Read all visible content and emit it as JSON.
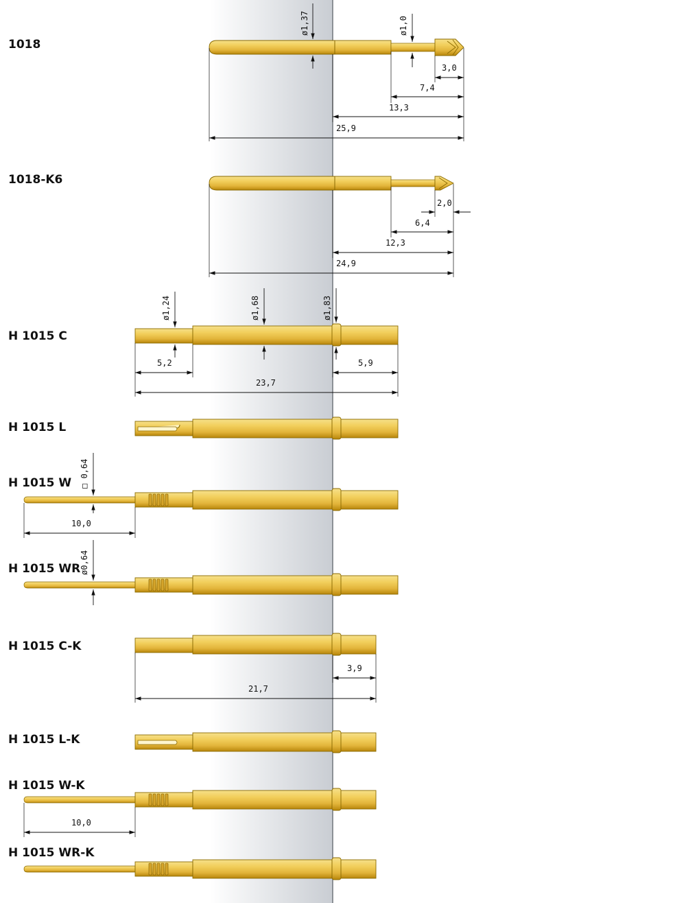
{
  "products": [
    {
      "id": "1018",
      "name": "1018",
      "dims": {
        "d_body": "ø1,37",
        "d_tip": "ø1,0",
        "l_tip": "3,0",
        "l_a": "7,4",
        "l_b": "13,3",
        "l_total": "25,9"
      }
    },
    {
      "id": "1018-k6",
      "name": "1018-K6",
      "dims": {
        "l_tip": "2,0",
        "l_a": "6,4",
        "l_b": "12,3",
        "l_total": "24,9"
      }
    },
    {
      "id": "h1015c",
      "name": "H 1015 C",
      "dims": {
        "d_small": "ø1,24",
        "d_body": "ø1,68",
        "d_collar": "ø1,83",
        "l_front": "5,2",
        "l_rear": "5,9",
        "l_total": "23,7"
      }
    },
    {
      "id": "h1015l",
      "name": "H 1015 L",
      "dims": {}
    },
    {
      "id": "h1015w",
      "name": "H 1015 W",
      "dims": {
        "square": "□ 0,64",
        "l_wire": "10,0"
      }
    },
    {
      "id": "h1015wr",
      "name": "H 1015 WR",
      "dims": {
        "d_wire": "ø0,64"
      }
    },
    {
      "id": "h1015ck",
      "name": "H 1015 C-K",
      "dims": {
        "l_rear": "3,9",
        "l_total": "21,7"
      }
    },
    {
      "id": "h1015lk",
      "name": "H 1015 L-K",
      "dims": {}
    },
    {
      "id": "h1015wk",
      "name": "H 1015 W-K",
      "dims": {
        "l_wire": "10,0"
      }
    },
    {
      "id": "h1015wrk",
      "name": "H 1015 WR-K",
      "dims": {}
    }
  ],
  "colors": {
    "gold_light": "#f6df86",
    "gold_mid": "#e8bf3a",
    "gold_dark": "#b8860b",
    "outline": "#8a6a00",
    "mounting_plate_light": "#ffffff",
    "mounting_plate_dark": "#c9cdd3",
    "plate_edge": "#555a60"
  }
}
